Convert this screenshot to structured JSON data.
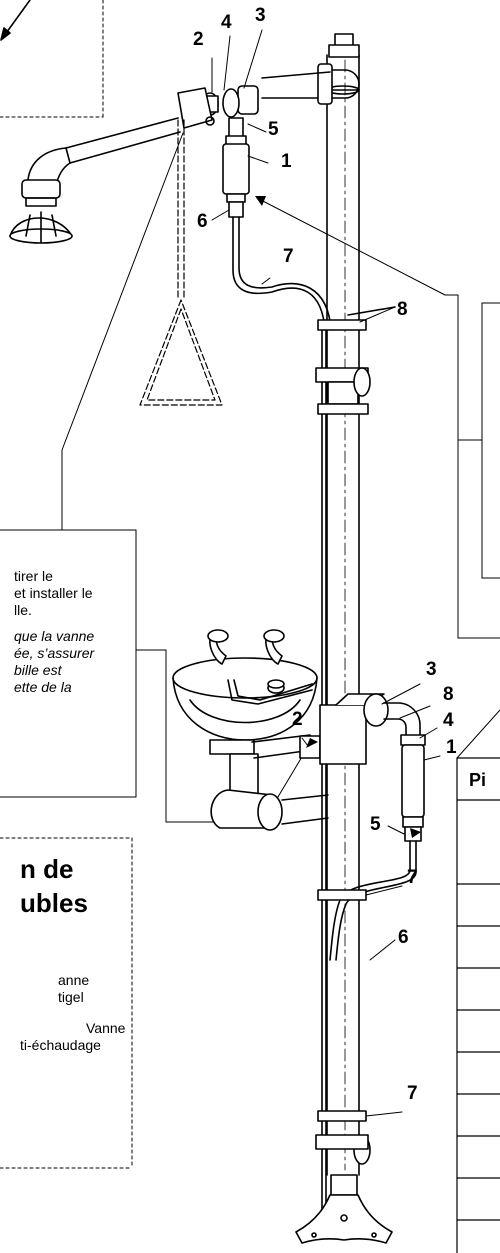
{
  "callouts": {
    "top": {
      "n2": "2",
      "n4": "4",
      "n3": "3",
      "n5": "5",
      "n1": "1",
      "n6": "6",
      "n7": "7",
      "n8": "8"
    },
    "bottom": {
      "n3": "3",
      "n8": "8",
      "n4": "4",
      "n2": "2",
      "n1": "1",
      "n5": "5",
      "n7a": "7",
      "n6": "6",
      "n7b": "7"
    }
  },
  "left_note": {
    "line1": "tirer le",
    "line2": "et installer le",
    "line3": "lle.",
    "line4": "que la vanne",
    "line5": "ée, s’assurer",
    "line6": "bille est",
    "line7": "ette de la"
  },
  "left_box": {
    "title1": "n de",
    "title2": "ubles",
    "t1": "anne",
    "t2": "tigel",
    "t3": "Vanne",
    "t4": "ti-échaudage"
  },
  "table": {
    "header": "Pi"
  }
}
